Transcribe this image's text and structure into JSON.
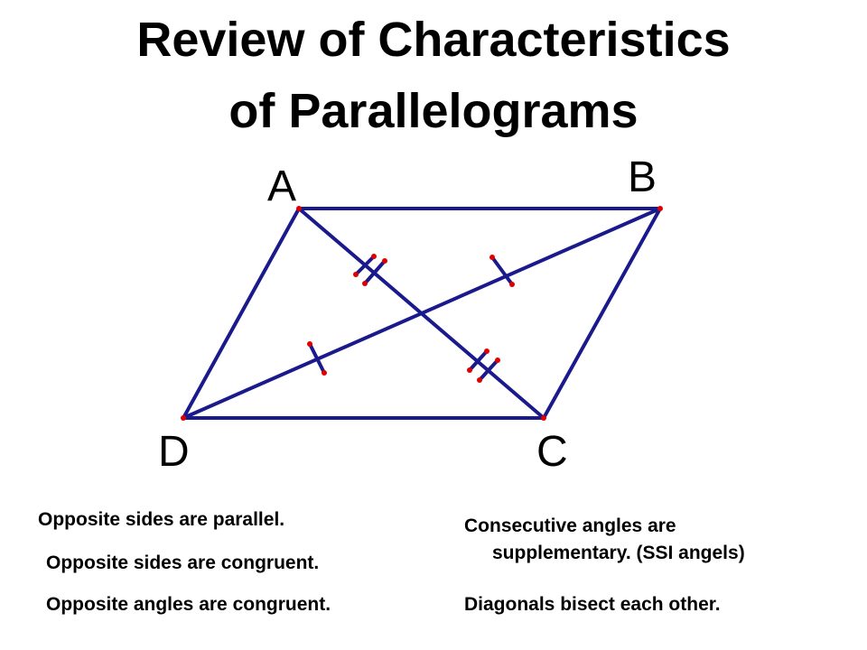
{
  "title": {
    "line1": "Review of Characteristics",
    "line2": "of Parallelograms"
  },
  "diagram": {
    "vertices": [
      {
        "id": "A",
        "label": "A"
      },
      {
        "id": "B",
        "label": "B"
      },
      {
        "id": "C",
        "label": "C"
      },
      {
        "id": "D",
        "label": "D"
      }
    ],
    "line_color": "#1a1a8c",
    "point_color": "#e00000"
  },
  "properties": {
    "opposite_sides_parallel": "Opposite sides are parallel.",
    "opposite_sides_congruent": "Opposite sides are congruent.",
    "opposite_angles_congruent": "Opposite angles are congruent.",
    "consecutive_angles_line1": "Consecutive angles are",
    "consecutive_angles_line2": "supplementary. (SSI angels)",
    "diagonals_bisect": "Diagonals bisect each other."
  }
}
